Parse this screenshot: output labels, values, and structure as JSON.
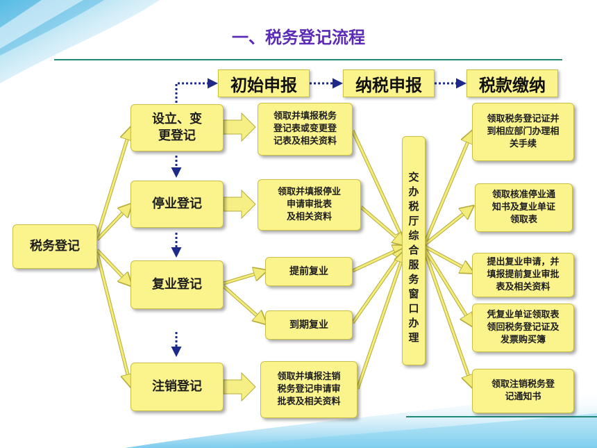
{
  "title": "一、税务登记流程",
  "colors": {
    "box_fill": "#fbf48d",
    "arrow_fill": "#f3ec7a",
    "dotted_arrow": "#1e2a8a",
    "title": "#5b2bb6",
    "rule": "#1f8a7a"
  },
  "stages": [
    "初始申报",
    "纳税申报",
    "税款缴纳"
  ],
  "root": "税务登记",
  "registration_types": [
    "设立、变\n更登记",
    "停业登记",
    "复业登记",
    "注销登记"
  ],
  "materials": {
    "setup": "领取并填报税务\n登记表或变更登\n记表及相关资料",
    "suspend": "领取并填报停业\n申请审批表\n及相关资料",
    "resume_early": "提前复业",
    "resume_due": "到期复业",
    "cancel": "领取并填报注销\n税务登记申请审\n批表及相关资料"
  },
  "hall": "交办税厅综合服务窗口办理",
  "results": [
    "领取税务登记证并\n到相应部门办理相\n关手续",
    "领取核准停业通\n知书及复业单证\n领取表",
    "提出复业申请，并\n填报提前复业审批\n表及相关资料",
    "凭复业单证领取表\n领回税务登记证及\n发票购买簿",
    "领取注销税务登\n记通知书"
  ]
}
